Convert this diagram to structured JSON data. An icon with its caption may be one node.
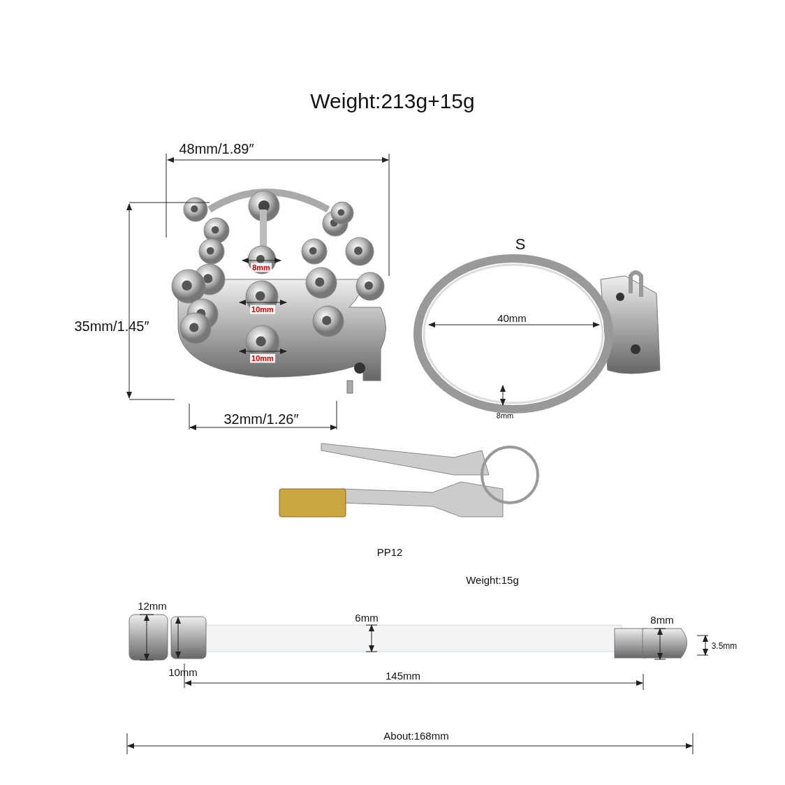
{
  "diagram": {
    "title": "Weight:213g+15g",
    "labels": [
      "48mm/1.89″",
      "35mm/1.45″",
      "8mm",
      "10mm",
      "10mm",
      "32mm/1.26″",
      "S",
      "40mm",
      "8mm",
      "PP12",
      "Weight:15g",
      "12mm",
      "6mm",
      "8mm",
      "3.5mm",
      "10mm",
      "145mm",
      "About:168mm"
    ]
  }
}
